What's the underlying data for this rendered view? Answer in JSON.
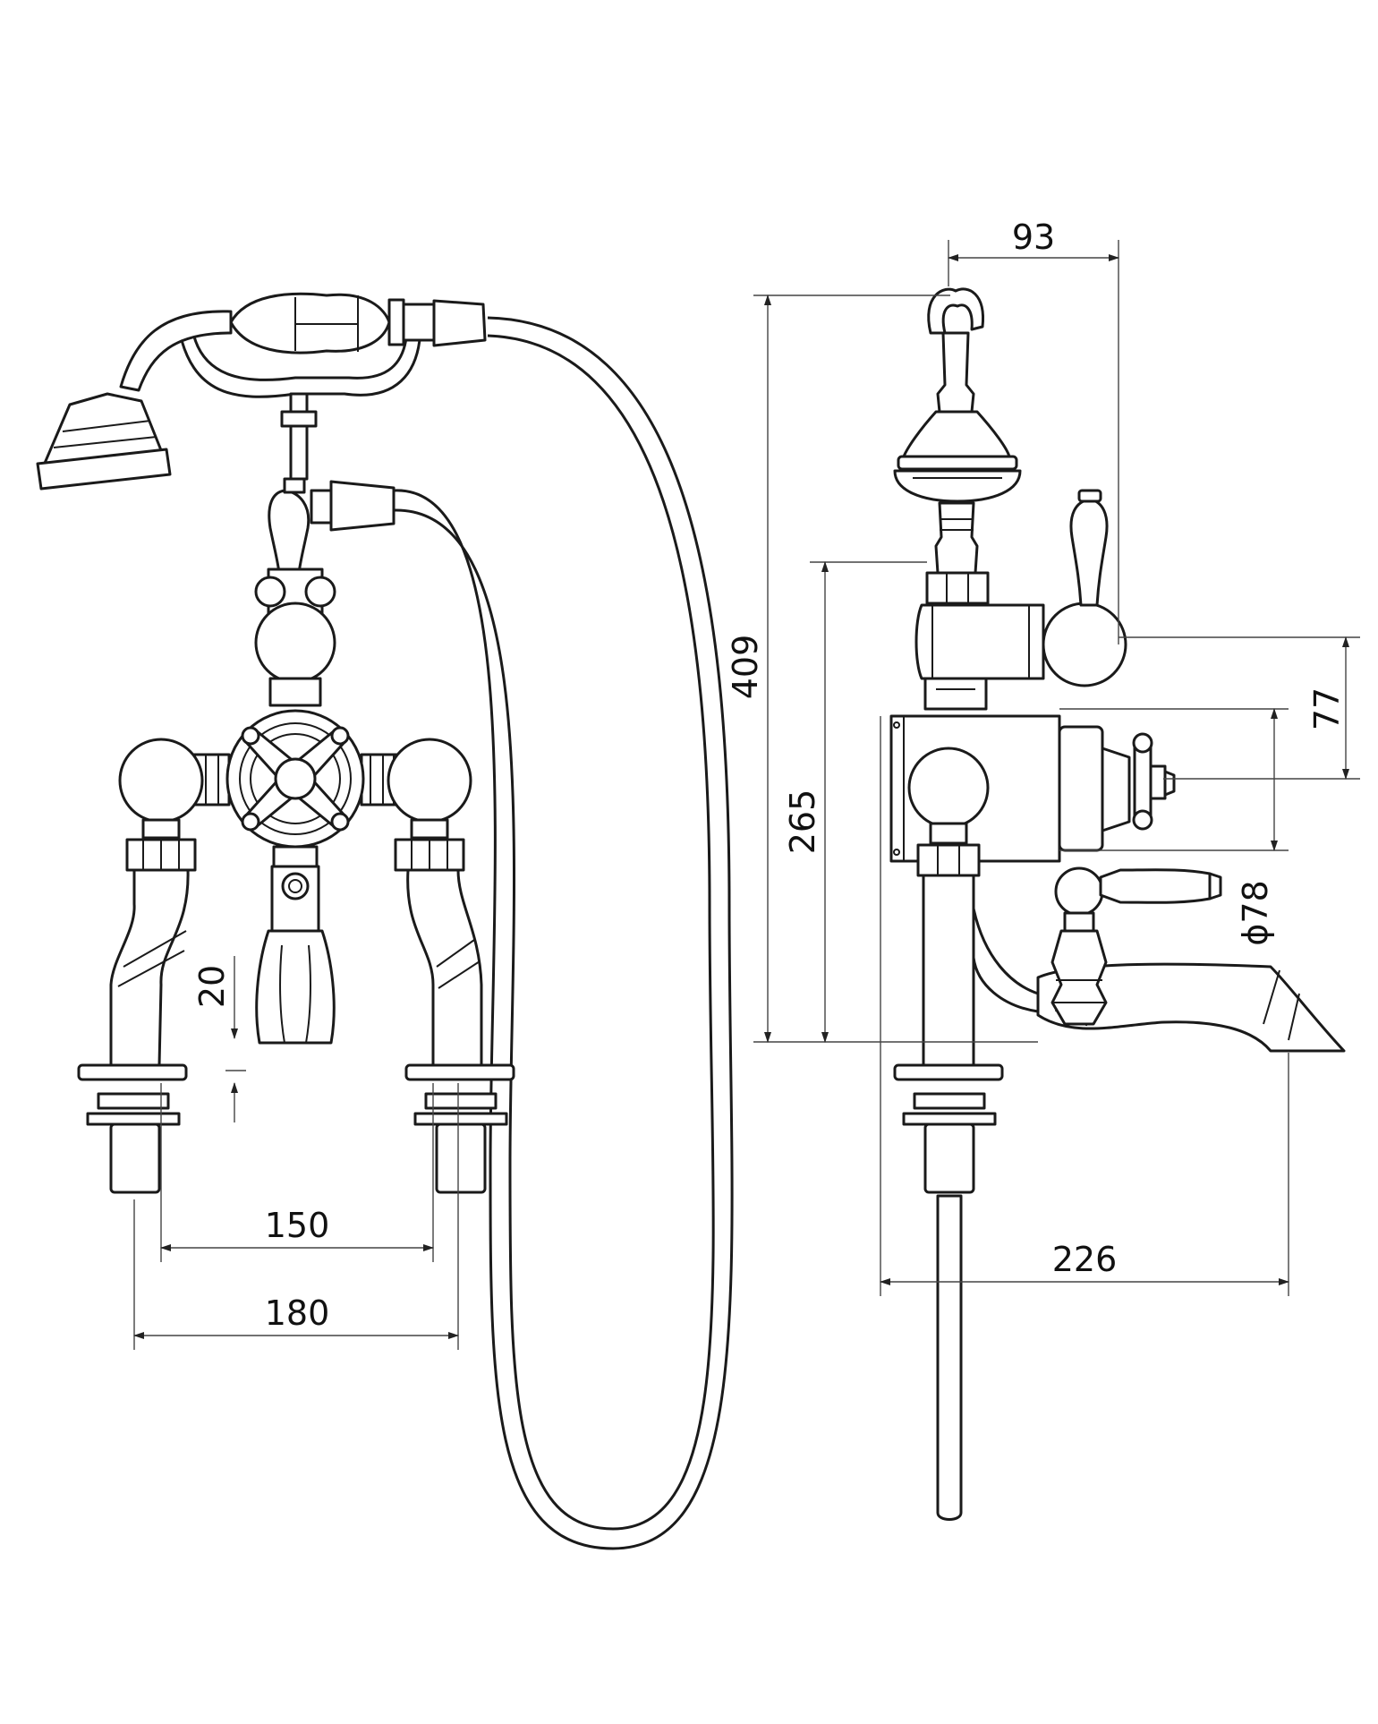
{
  "dimensions": {
    "d93": "93",
    "d409": "409",
    "d265": "265",
    "d77": "77",
    "d78": "ϕ78",
    "d20": "20",
    "d150": "150",
    "d180": "180",
    "d226": "226"
  },
  "colors": {
    "line": "#1a1a1a",
    "dimension": "#444444",
    "background": "#ffffff"
  }
}
